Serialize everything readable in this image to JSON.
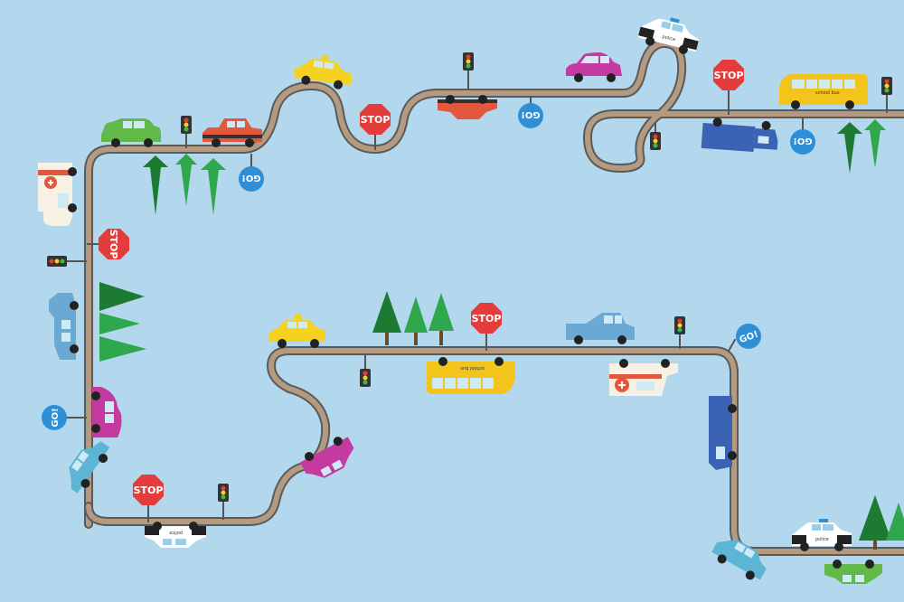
{
  "scene": {
    "background": "#b3d8ee",
    "road_color": "#b39a80",
    "road_edge_color": "#5a5a5a"
  },
  "signs": {
    "stop_text": "STOP",
    "go_text": "GO!"
  },
  "vehicle_labels": {
    "police": "police",
    "school_bus": "school bus"
  },
  "palette": {
    "taxi": "#f4d21f",
    "police": "#ffffff",
    "school_bus": "#f2c41c",
    "ambulance": "#f6f1e4",
    "green_car": "#63b84a",
    "red_car": "#e3573c",
    "pink_car": "#c43aa0",
    "blue_car": "#6aa9d3",
    "teal_car": "#5db5d6",
    "truck_blue": "#3a62b5",
    "tree_dark": "#1c7a33",
    "tree_light": "#2fa84d",
    "stop_red": "#e43b3b",
    "go_blue": "#2f8fd6"
  }
}
